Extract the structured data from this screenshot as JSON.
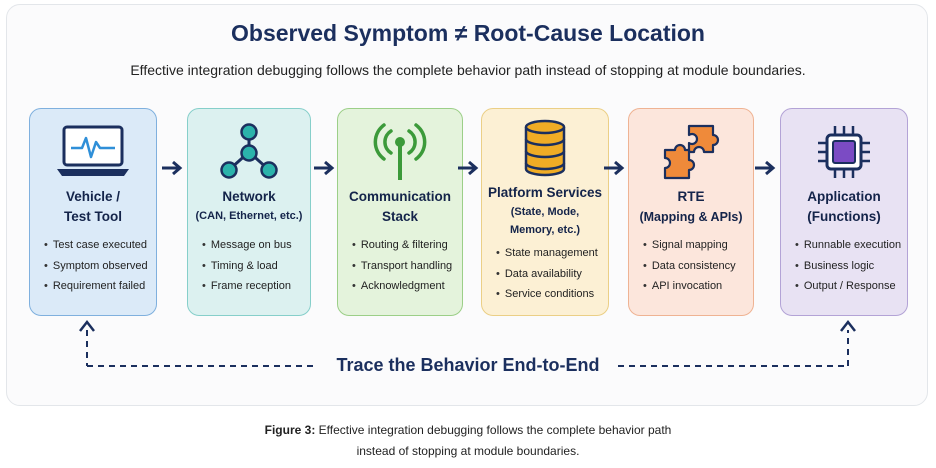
{
  "title": "Observed Symptom ≠ Root-Cause Location",
  "subtitle": "Effective integration debugging follows the complete behavior path instead of stopping at module boundaries.",
  "cards": [
    {
      "title": "Vehicle /",
      "title2": "Test Tool",
      "sub1": "",
      "sub2": "",
      "icon": "laptop-heartbeat-icon",
      "items": [
        "Test case executed",
        "Symptom observed",
        "Requirement failed"
      ],
      "bg": "#dbeaf8",
      "border": "#7fb0de"
    },
    {
      "title": "Network",
      "title2": "",
      "sub1": "(CAN, Ethernet, etc.)",
      "sub2": "",
      "icon": "network-nodes-icon",
      "items": [
        "Message on bus",
        "Timing & load",
        "Frame reception"
      ],
      "bg": "#dcf1f0",
      "border": "#86cfca"
    },
    {
      "title": "Communication",
      "title2": "Stack",
      "sub1": "",
      "sub2": "",
      "icon": "antenna-icon",
      "items": [
        "Routing & filtering",
        "Transport handling",
        "Acknowledgment"
      ],
      "bg": "#e4f3dc",
      "border": "#9ccf88"
    },
    {
      "title": "Platform Services",
      "title2": "",
      "sub1": "(State, Mode,",
      "sub2": "Memory, etc.)",
      "icon": "database-icon",
      "items": [
        "State management",
        "Data availability",
        "Service conditions"
      ],
      "bg": "#fcf0d4",
      "border": "#ebcf86"
    },
    {
      "title": "RTE",
      "title2": "",
      "sub1": "(Mapping & APIs)",
      "sub2": "",
      "icon": "puzzle-icon",
      "items": [
        "Signal mapping",
        "Data consistency",
        "API invocation"
      ],
      "bg": "#fce6dc",
      "border": "#efb393"
    },
    {
      "title": "Application",
      "title2": "(Functions)",
      "sub1": "",
      "sub2": "",
      "icon": "chip-icon",
      "items": [
        "Runnable execution",
        "Business logic",
        "Output / Response"
      ],
      "bg": "#e8e2f3",
      "border": "#b3a3d6"
    }
  ],
  "trace_label": "Trace the Behavior End-to-End",
  "caption": {
    "label": "Figure 3:",
    "line1": "Effective integration debugging follows the complete behavior path",
    "line2": "instead of stopping at module boundaries."
  },
  "colors": {
    "navy": "#1b2f5e",
    "arrow": "#1b2f5e"
  }
}
